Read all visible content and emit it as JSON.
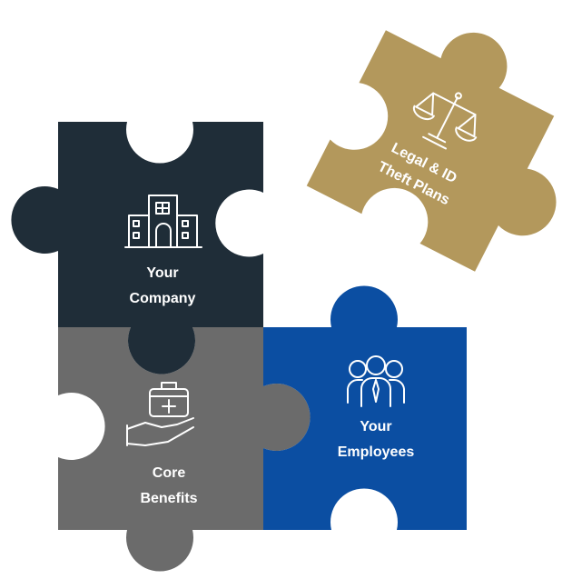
{
  "pieces": {
    "company": {
      "label_line1": "Your",
      "label_line2": "Company",
      "color": "#1f2d38",
      "icon": "office-building-icon"
    },
    "benefits": {
      "label_line1": "Core",
      "label_line2": "Benefits",
      "color": "#6b6b6b",
      "icon": "medical-kit-hand-icon"
    },
    "employees": {
      "label_line1": "Your",
      "label_line2": "Employees",
      "color": "#0b4ea2",
      "icon": "people-group-icon"
    },
    "legal": {
      "label_line1": "Legal & ID",
      "label_line2": "Theft Plans",
      "color": "#b3985c",
      "icon": "scales-of-justice-icon"
    }
  }
}
